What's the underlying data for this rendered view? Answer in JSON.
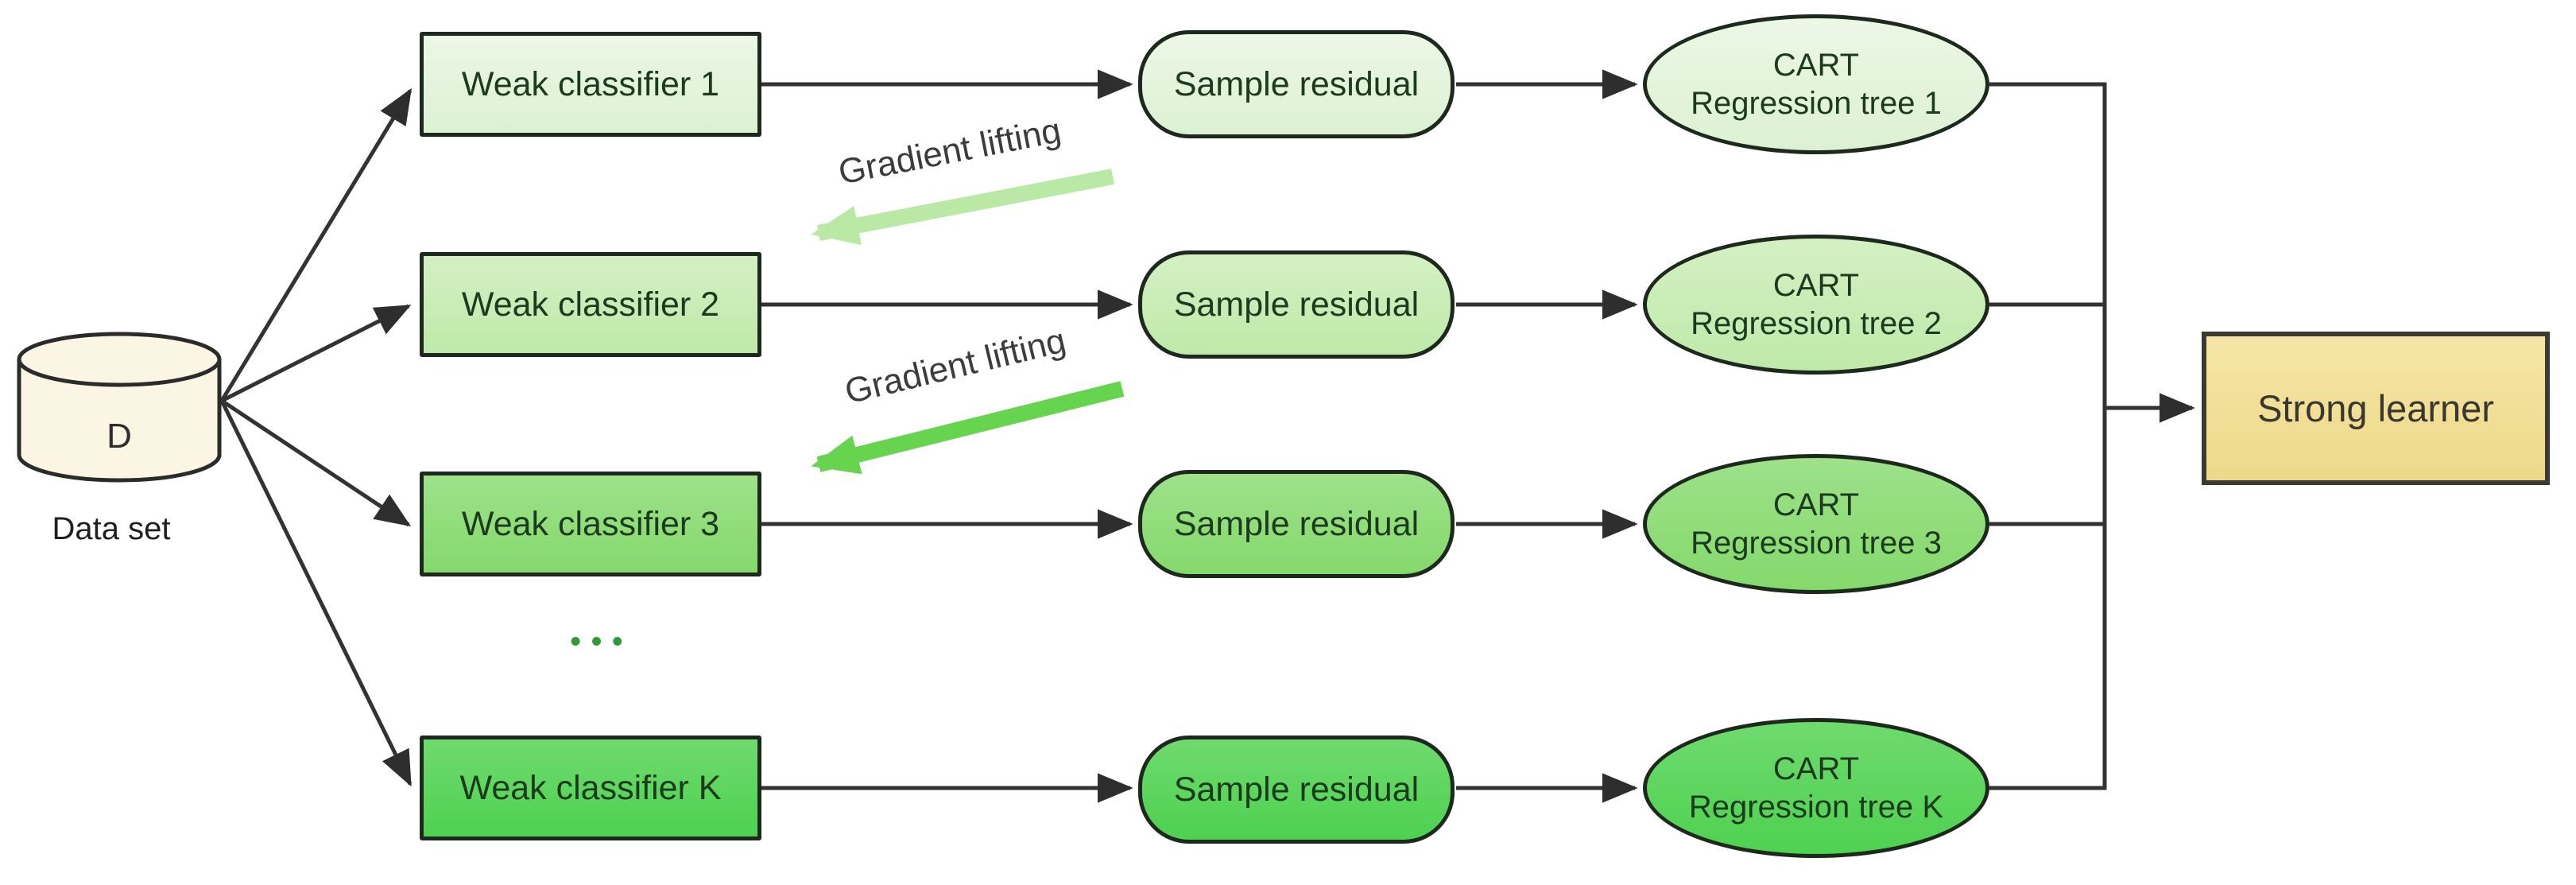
{
  "dataset": {
    "symbol": "D",
    "caption": "Data set"
  },
  "rows": [
    {
      "index": "1",
      "classifier_label": "Weak classifier 1",
      "residual_label": "Sample residual",
      "tree_line1": "CART",
      "tree_line2": "Regression tree 1",
      "fill": "#dff2d7"
    },
    {
      "index": "2",
      "classifier_label": "Weak classifier 2",
      "residual_label": "Sample residual",
      "tree_line1": "CART",
      "tree_line2": "Regression tree 2",
      "fill": "#c2eaae"
    },
    {
      "index": "3",
      "classifier_label": "Weak classifier 3",
      "residual_label": "Sample residual",
      "tree_line1": "CART",
      "tree_line2": "Regression tree 3",
      "fill": "#88da71"
    },
    {
      "index": "K",
      "classifier_label": "Weak classifier K",
      "residual_label": "Sample residual",
      "tree_line1": "CART",
      "tree_line2": "Regression tree K",
      "fill": "#52d353"
    }
  ],
  "gradient_arrows": [
    {
      "label": "Gradient lifting",
      "color": "#b9e9a4"
    },
    {
      "label": "Gradient lifting",
      "color": "#66d44e"
    }
  ],
  "ellipsis": {
    "symbol": "•••",
    "color": "#2f9b38"
  },
  "strong_learner": {
    "label": "Strong learner",
    "fill": "#f2df95"
  },
  "colors": {
    "connector": "#333333",
    "arrowhead": "#2e2e2e",
    "shape_border": "#1d291d",
    "shape_text": "#1c3a1e",
    "strong_border": "#3b3b33",
    "strong_text": "#3a372e",
    "cylinder_fill": "#faf6e3",
    "gradient_label_text": "#3c3c3c"
  }
}
